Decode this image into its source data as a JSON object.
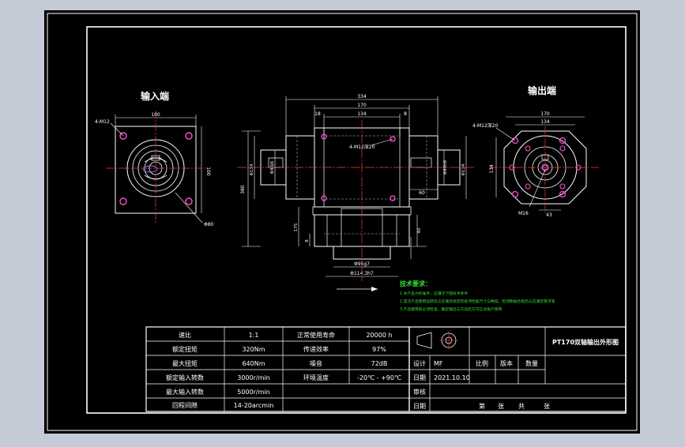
{
  "drawing": {
    "views": {
      "input_label": "输入端",
      "output_label": "输出端"
    },
    "input_view": {
      "dim_width": "100",
      "dim_height": "100",
      "holes_label": "4-M12",
      "bore_label": "Φ80"
    },
    "front_view": {
      "dim_total": "334",
      "dim_body": "170",
      "dim_left": "18",
      "dim_mid": "134",
      "dim_right": "8",
      "holes_label": "4-M12深20",
      "dim_left_dia": "Φ134",
      "dim_left_shaft": "Φ40j6",
      "dim_right_shaft": "Φ40h6",
      "dim_right_dia": "Φ134",
      "dim_right_len": "60",
      "dim_height": "380",
      "dim_v1": "175",
      "dim_v2": "8",
      "dim_v3": "40",
      "dim_bottom_inner": "Φ95g7",
      "dim_bottom_outer": "Φ114.3h7"
    },
    "output_view": {
      "dim_outer": "170",
      "dim_inner": "134",
      "dim_height": "134",
      "holes_label": "4-M12深20",
      "shaft_label": "M16",
      "key_label": "43"
    },
    "notes": {
      "title": "技术要求：",
      "items": [
        "1.本产品为标准件，应遵守下面技术条件",
        "2.首次产品使用运转后与应满足规定的各项性能尺寸与精度，检测数据合格后与应满足要求等",
        "3.产品使用前必须检查，确定输出与方向后方可正式投产使用"
      ]
    },
    "spec_table": {
      "rows": [
        [
          "速比",
          "1:1",
          "正常使用寿命",
          "20000 h"
        ],
        [
          "额定扭矩",
          "320Nm",
          "传递效率",
          "97%"
        ],
        [
          "最大扭矩",
          "640Nm",
          "噪音",
          "72dB"
        ],
        [
          "额定输入转数",
          "3000r/min",
          "环境温度",
          "-20℃ - +90℃"
        ],
        [
          "最大输入转数",
          "5000r/min",
          "",
          ""
        ],
        [
          "回程间隙",
          "14-20arcmin",
          "",
          ""
        ]
      ]
    },
    "title_block": {
      "drawing_title": "PT170双轴输出外形图",
      "design_label": "设计",
      "designer": "MF",
      "date_label": "日期",
      "date_value": "2021.10.10",
      "review_label": "审核",
      "date_label_2": "日期",
      "scale_label": "比例",
      "version_label": "版本",
      "qty_label": "数量",
      "sheet_1": "第",
      "sheet_2": "张",
      "sheet_3": "共",
      "sheet_4": "张"
    }
  },
  "colors": {
    "background": "#000000",
    "outer_chrome": "#c5cbd6",
    "line": "#ffffff",
    "center": "#ff3b3b",
    "hidden": "#b5b5b5",
    "note_green": "#34e034",
    "dim": "#ffffff"
  }
}
